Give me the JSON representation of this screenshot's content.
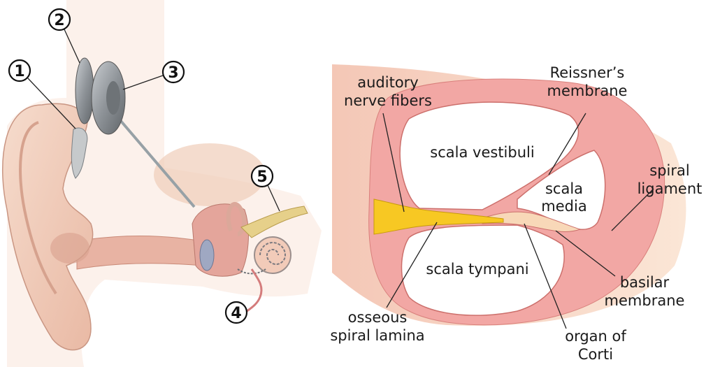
{
  "left_panel": {
    "callouts": [
      "1",
      "2",
      "3",
      "4",
      "5"
    ]
  },
  "right_panel": {
    "labels": {
      "auditory_nerve_fibers": [
        "auditory",
        "nerve fibers"
      ],
      "reissners_membrane": [
        "Reissner’s",
        "membrane"
      ],
      "scala_vestibuli": "scala vestibuli",
      "scala_media": [
        "scala",
        "media"
      ],
      "spiral_ligament": [
        "spiral",
        "ligament"
      ],
      "scala_tympani": "scala tympani",
      "basilar_membrane": [
        "basilar",
        "membrane"
      ],
      "osseous_spiral_lamina": [
        "osseous",
        "spiral lamina"
      ],
      "organ_of_corti": [
        "organ of",
        "Corti"
      ]
    }
  },
  "colors": {
    "tissue_light": "#f8dcc8",
    "tissue_pink": "#f2a7a4",
    "nerve_yellow": "#f7c823",
    "implant_gray": "#8f9499"
  }
}
